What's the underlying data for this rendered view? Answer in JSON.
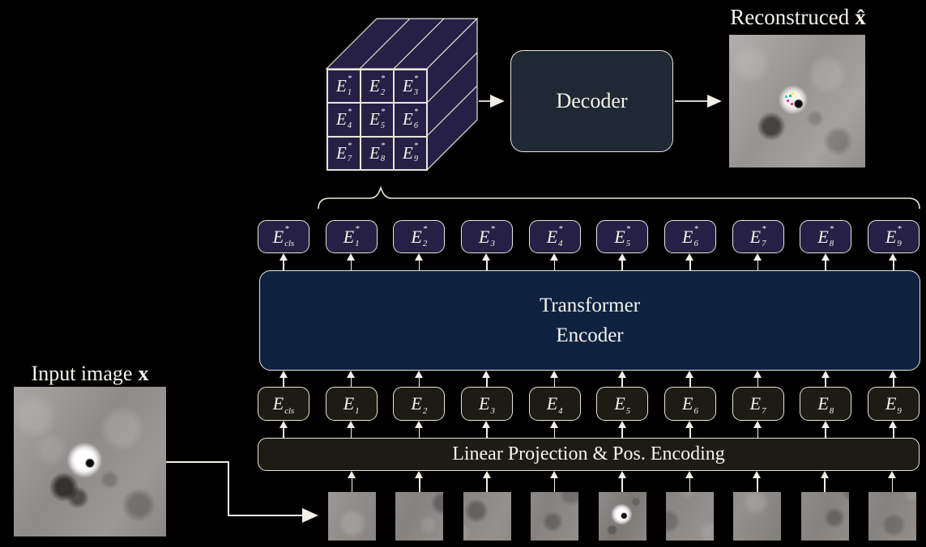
{
  "labels": {
    "input": {
      "text": "Input image",
      "math": "x"
    },
    "reconstructed": {
      "text": "Reconstruced",
      "math": "x̂"
    },
    "decoder": "Decoder",
    "encoder": {
      "line1": "Transformer",
      "line2": "Encoder"
    },
    "projection": "Linear Projection & Pos. Encoding"
  },
  "cube_cells": [
    {
      "base": "E",
      "sup": "*",
      "sub": "1"
    },
    {
      "base": "E",
      "sup": "*",
      "sub": "2"
    },
    {
      "base": "E",
      "sup": "*",
      "sub": "3"
    },
    {
      "base": "E",
      "sup": "*",
      "sub": "4"
    },
    {
      "base": "E",
      "sup": "*",
      "sub": "5"
    },
    {
      "base": "E",
      "sup": "*",
      "sub": "6"
    },
    {
      "base": "E",
      "sup": "*",
      "sub": "7"
    },
    {
      "base": "E",
      "sup": "*",
      "sub": "8"
    },
    {
      "base": "E",
      "sup": "*",
      "sub": "9"
    }
  ],
  "encoded_tokens": [
    {
      "base": "E",
      "sup": "*",
      "sub": "cls"
    },
    {
      "base": "E",
      "sup": "*",
      "sub": "1"
    },
    {
      "base": "E",
      "sup": "*",
      "sub": "2"
    },
    {
      "base": "E",
      "sup": "*",
      "sub": "3"
    },
    {
      "base": "E",
      "sup": "*",
      "sub": "4"
    },
    {
      "base": "E",
      "sup": "*",
      "sub": "5"
    },
    {
      "base": "E",
      "sup": "*",
      "sub": "6"
    },
    {
      "base": "E",
      "sup": "*",
      "sub": "7"
    },
    {
      "base": "E",
      "sup": "*",
      "sub": "8"
    },
    {
      "base": "E",
      "sup": "*",
      "sub": "9"
    }
  ],
  "embedding_tokens": [
    {
      "base": "E",
      "sup": "",
      "sub": "cls"
    },
    {
      "base": "E",
      "sup": "",
      "sub": "1"
    },
    {
      "base": "E",
      "sup": "",
      "sub": "2"
    },
    {
      "base": "E",
      "sup": "",
      "sub": "3"
    },
    {
      "base": "E",
      "sup": "",
      "sub": "4"
    },
    {
      "base": "E",
      "sup": "",
      "sub": "5"
    },
    {
      "base": "E",
      "sup": "",
      "sub": "6"
    },
    {
      "base": "E",
      "sup": "",
      "sub": "7"
    },
    {
      "base": "E",
      "sup": "",
      "sub": "8"
    },
    {
      "base": "E",
      "sup": "",
      "sub": "9"
    }
  ],
  "patches": [
    {
      "variant": "v1"
    },
    {
      "variant": "v2"
    },
    {
      "variant": "v3"
    },
    {
      "variant": "v4"
    },
    {
      "variant": "bright"
    },
    {
      "variant": "v6"
    },
    {
      "variant": "v7"
    },
    {
      "variant": "v8"
    },
    {
      "variant": "v9"
    }
  ],
  "colors": {
    "background": "#000000",
    "token_purple": "#262046",
    "encoder_navy": "#0e2240",
    "decoder_slate": "#1f2933",
    "token_olive": "#1c1c13",
    "stroke": "#e9e6da",
    "arrow": "#f2efe6",
    "text": "#f5f3ea"
  }
}
